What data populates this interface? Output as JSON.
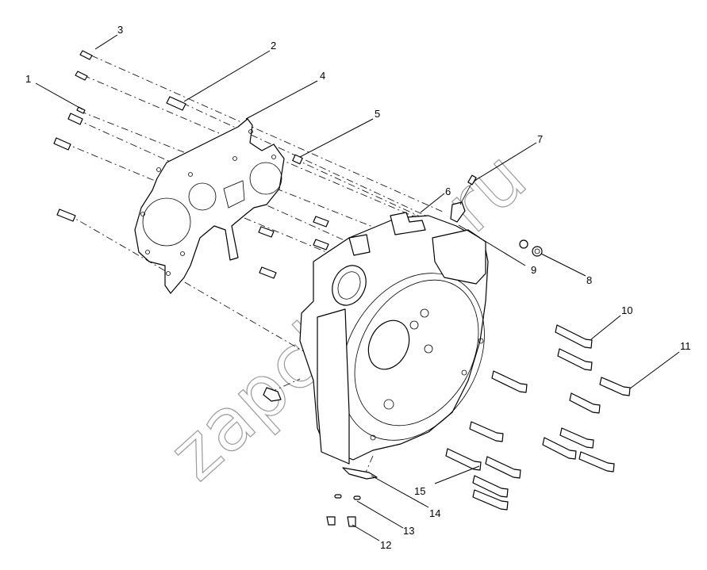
{
  "watermark": "zapchasti.ru",
  "callouts": [
    "1",
    "2",
    "3",
    "4",
    "5",
    "6",
    "7",
    "8",
    "9",
    "10",
    "11",
    "12",
    "13",
    "14",
    "15"
  ]
}
